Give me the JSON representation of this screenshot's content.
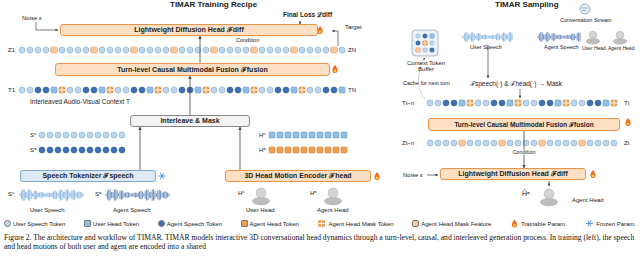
{
  "diagram": {
    "caption": "Figure 2. The architecture and workflow of TIMAR. TIMAR models interactive 3D conversational head dynamics through a turn-level, causal, and interleaved generation process. In training (left), the speech and head motions of both user and agent are encoded into a shared",
    "nodes": [
      {
        "text": [
          "Lightweight Diffusion Head ℱdiff"
        ]
      },
      {
        "text": [
          "Turn-level Causal Multimodal Fusion ℱfusion"
        ]
      },
      {
        "text": [
          "Interleave & Mask"
        ]
      },
      {
        "text": [
          "Speech Tokenizer ℱspeech"
        ]
      },
      {
        "text": [
          "3D Head Motion Encoder ℱhead"
        ]
      },
      {
        "text": [
          "Turn-level Causal Multimodal Fusion ℱfusion"
        ]
      },
      {
        "text": [
          "Lightweight Diffusion Head ℱdiff"
        ]
      }
    ],
    "edges": [
      {
        "from": 3,
        "to": 2,
        "arrow": "to"
      },
      {
        "from": 4,
        "to": 2,
        "arrow": "to"
      },
      {
        "from": 2,
        "to": 1,
        "arrow": "to"
      },
      {
        "from": 1,
        "to": 0,
        "arrow": "to"
      },
      {
        "from": 5,
        "to": 6,
        "label": "Condition",
        "arrow": "to"
      }
    ],
    "labels": [
      "TIMAR Training Recipe",
      "TIMAR Sampling",
      "Noise ε",
      "Final Loss ℒdiff",
      "Target",
      "Condition",
      "Z1",
      "ZN",
      "T1",
      "TN",
      "Interleaved Audio-Visual Context T",
      "Sᵘ",
      "Sᵃ",
      "Hᵘ",
      "Hᵃ",
      "Sᵘ",
      "Sᵃ",
      "Hᵘ",
      "Hᵃ",
      "User Speech",
      "Agent Speech",
      "User Head",
      "Agent Head",
      "Conversation Stream",
      "User Speech",
      "Agent Speech",
      "User Head",
      "Agent Head",
      "Context Token Buffer",
      "Cache for next turn",
      "ℱspeech(·) & ℱhead(·) → Mask",
      "Tt−n",
      "Tt",
      "Zt−n",
      "Zt",
      "Noise ε",
      "Ĥᵃ",
      "Agent Head"
    ],
    "legend": [
      {
        "text": "User Speech Token",
        "color": "#bcd8f0"
      },
      {
        "text": "User Head Token",
        "color": "#8fc0e8"
      },
      {
        "text": "Agent Speech Token",
        "color": "#3b6fb6"
      },
      {
        "text": "Agent Head Token",
        "color": "#f0a050"
      },
      {
        "text": "Agent Head Mask Token"
      },
      {
        "text": "Agent Head Mask Feature",
        "color": "#f8c9a0"
      },
      {
        "text": "Trainable Param."
      },
      {
        "text": "Frozen Param."
      }
    ]
  }
}
